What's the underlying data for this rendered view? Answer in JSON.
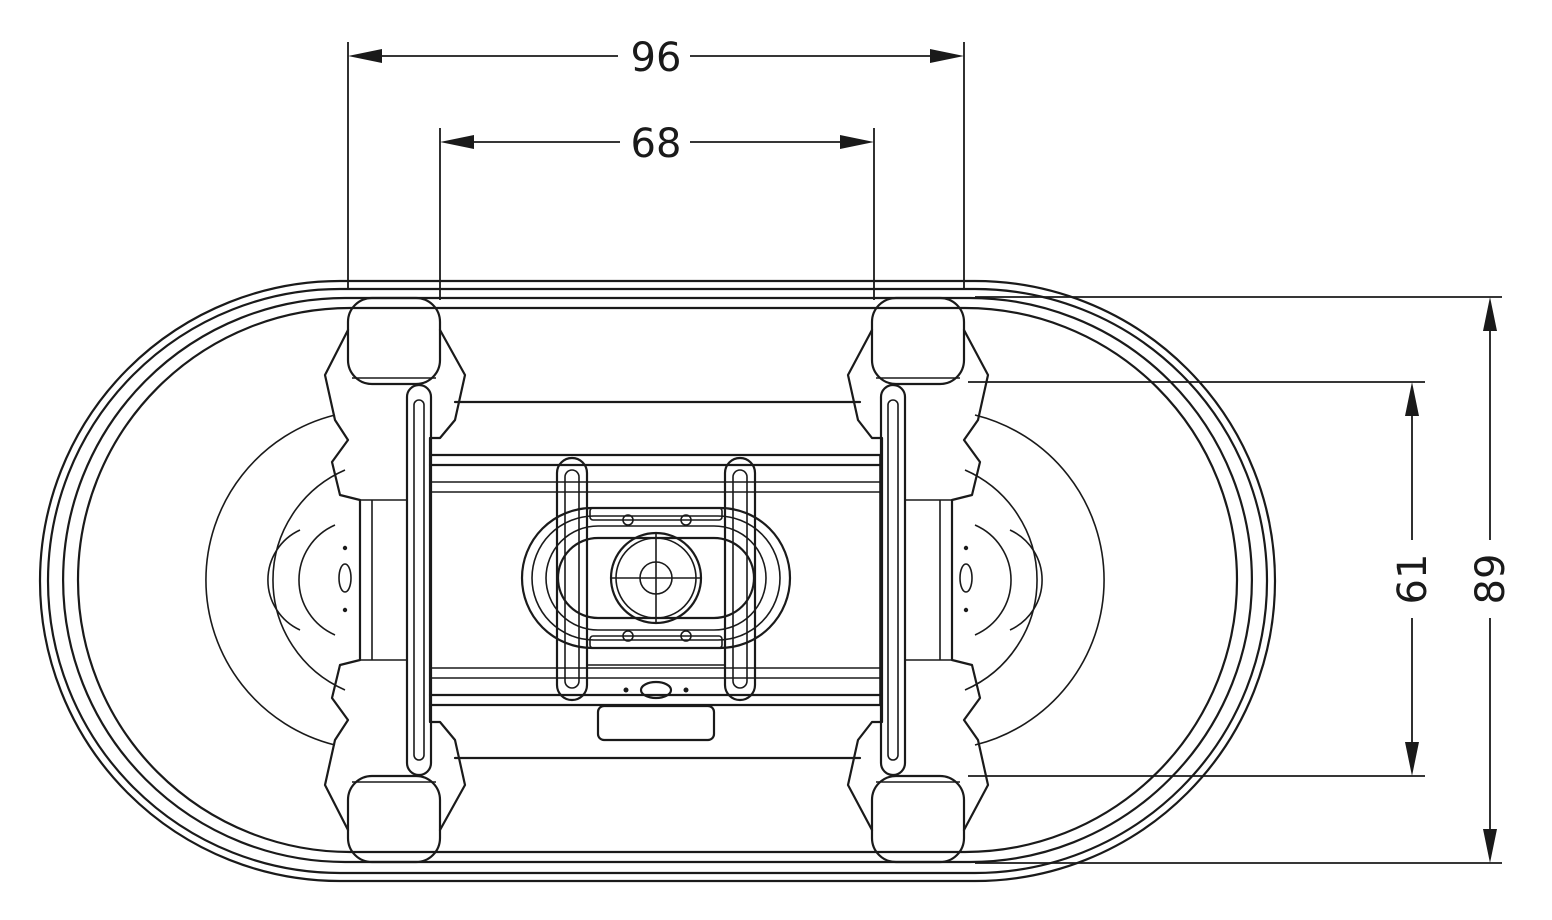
{
  "drawing": {
    "view": "top-view",
    "colors": {
      "line": "#1a1a1a",
      "background": "#ffffff"
    }
  },
  "dimensions": {
    "outer_width": "96",
    "inner_width": "68",
    "inner_height": "61",
    "outer_height": "89"
  }
}
